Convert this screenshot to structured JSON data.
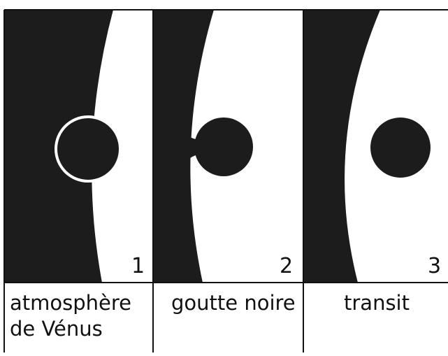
{
  "colors": {
    "sun_disk": "#ffffff",
    "sky": "#1c1c1c",
    "venus": "#1c1c1c",
    "atmosphere_ring": "#ffffff",
    "text": "#111111"
  },
  "panels": [
    {
      "number": "1",
      "caption_lines": [
        "atmosphère",
        "de Vénus"
      ],
      "phenomenon": "atmosphere-ring"
    },
    {
      "number": "2",
      "caption_lines": [
        "goutte noire"
      ],
      "phenomenon": "black-drop"
    },
    {
      "number": "3",
      "caption_lines": [
        "transit"
      ],
      "phenomenon": "transit"
    }
  ]
}
